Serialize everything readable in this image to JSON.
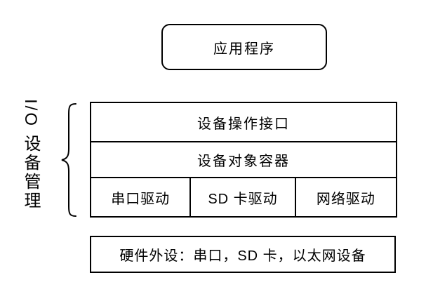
{
  "app_box": {
    "label": "应用程序"
  },
  "io_group": {
    "side_label": "I/O 设备管理",
    "layers": [
      {
        "label": "设备操作接口"
      },
      {
        "label": "设备对象容器"
      }
    ],
    "drivers": [
      {
        "label": "串口驱动"
      },
      {
        "label": "SD 卡驱动"
      },
      {
        "label": "网络驱动"
      }
    ]
  },
  "hardware_box": {
    "label": "硬件外设：串口，SD 卡，以太网设备"
  },
  "colors": {
    "border": "#000000",
    "background": "#ffffff",
    "text": "#000000"
  }
}
